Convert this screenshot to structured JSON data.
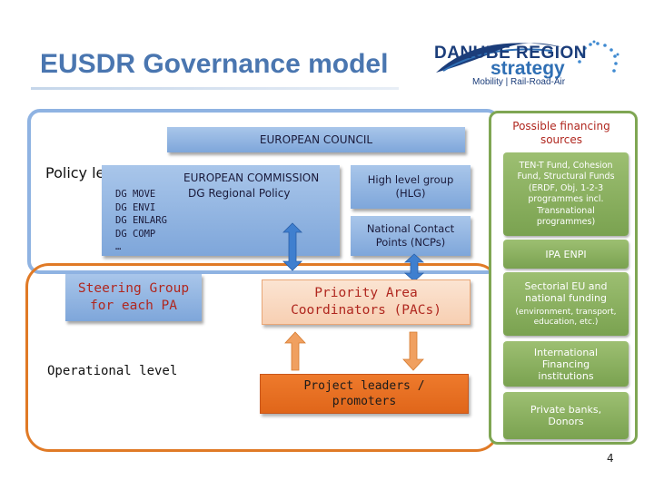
{
  "title": "EUSDR Governance model",
  "logo": {
    "line1": "DANUBE REGION",
    "line2": "strategy",
    "tagline": "Mobility | Rail-Road-Air"
  },
  "policy_level": "Policy level",
  "operational_level": "Operational level",
  "european_council": "EUROPEAN COUNCIL",
  "commission": {
    "title": "EUROPEAN COMMISSION",
    "subtitle": "DG Regional Policy",
    "dgs": [
      "DG MOVE",
      "DG ENVI",
      "DG ENLARG",
      "DG COMP",
      "…"
    ]
  },
  "hlg": "High level group (HLG)",
  "ncp": "National Contact Points (NCPs)",
  "steering": "Steering Group for each PA",
  "pac": "Priority Area Coordinators (PACs)",
  "project_leaders": "Project leaders / promoters",
  "financing": {
    "header": "Possible financing sources",
    "items": [
      {
        "main": "TEN-T Fund, Cohesion Fund, Structural Funds (ERDF, Obj. 1-2-3 programmes incl. Transnational programmes)",
        "sub": ""
      },
      {
        "main": "IPA ENPI",
        "sub": ""
      },
      {
        "main": "Sectorial EU and national funding",
        "sub": "(environment, transport, education, etc.)"
      },
      {
        "main": "International Financing institutions",
        "sub": ""
      },
      {
        "main": "Private banks, Donors",
        "sub": ""
      }
    ]
  },
  "page_number": "4",
  "colors": {
    "title": "#4a76b0",
    "blue_box": "#8fb3e2",
    "outer_blue": "#7ea6da",
    "green": "#7fa653",
    "orange": "#e07a26",
    "pac_text": "#c8342b"
  }
}
